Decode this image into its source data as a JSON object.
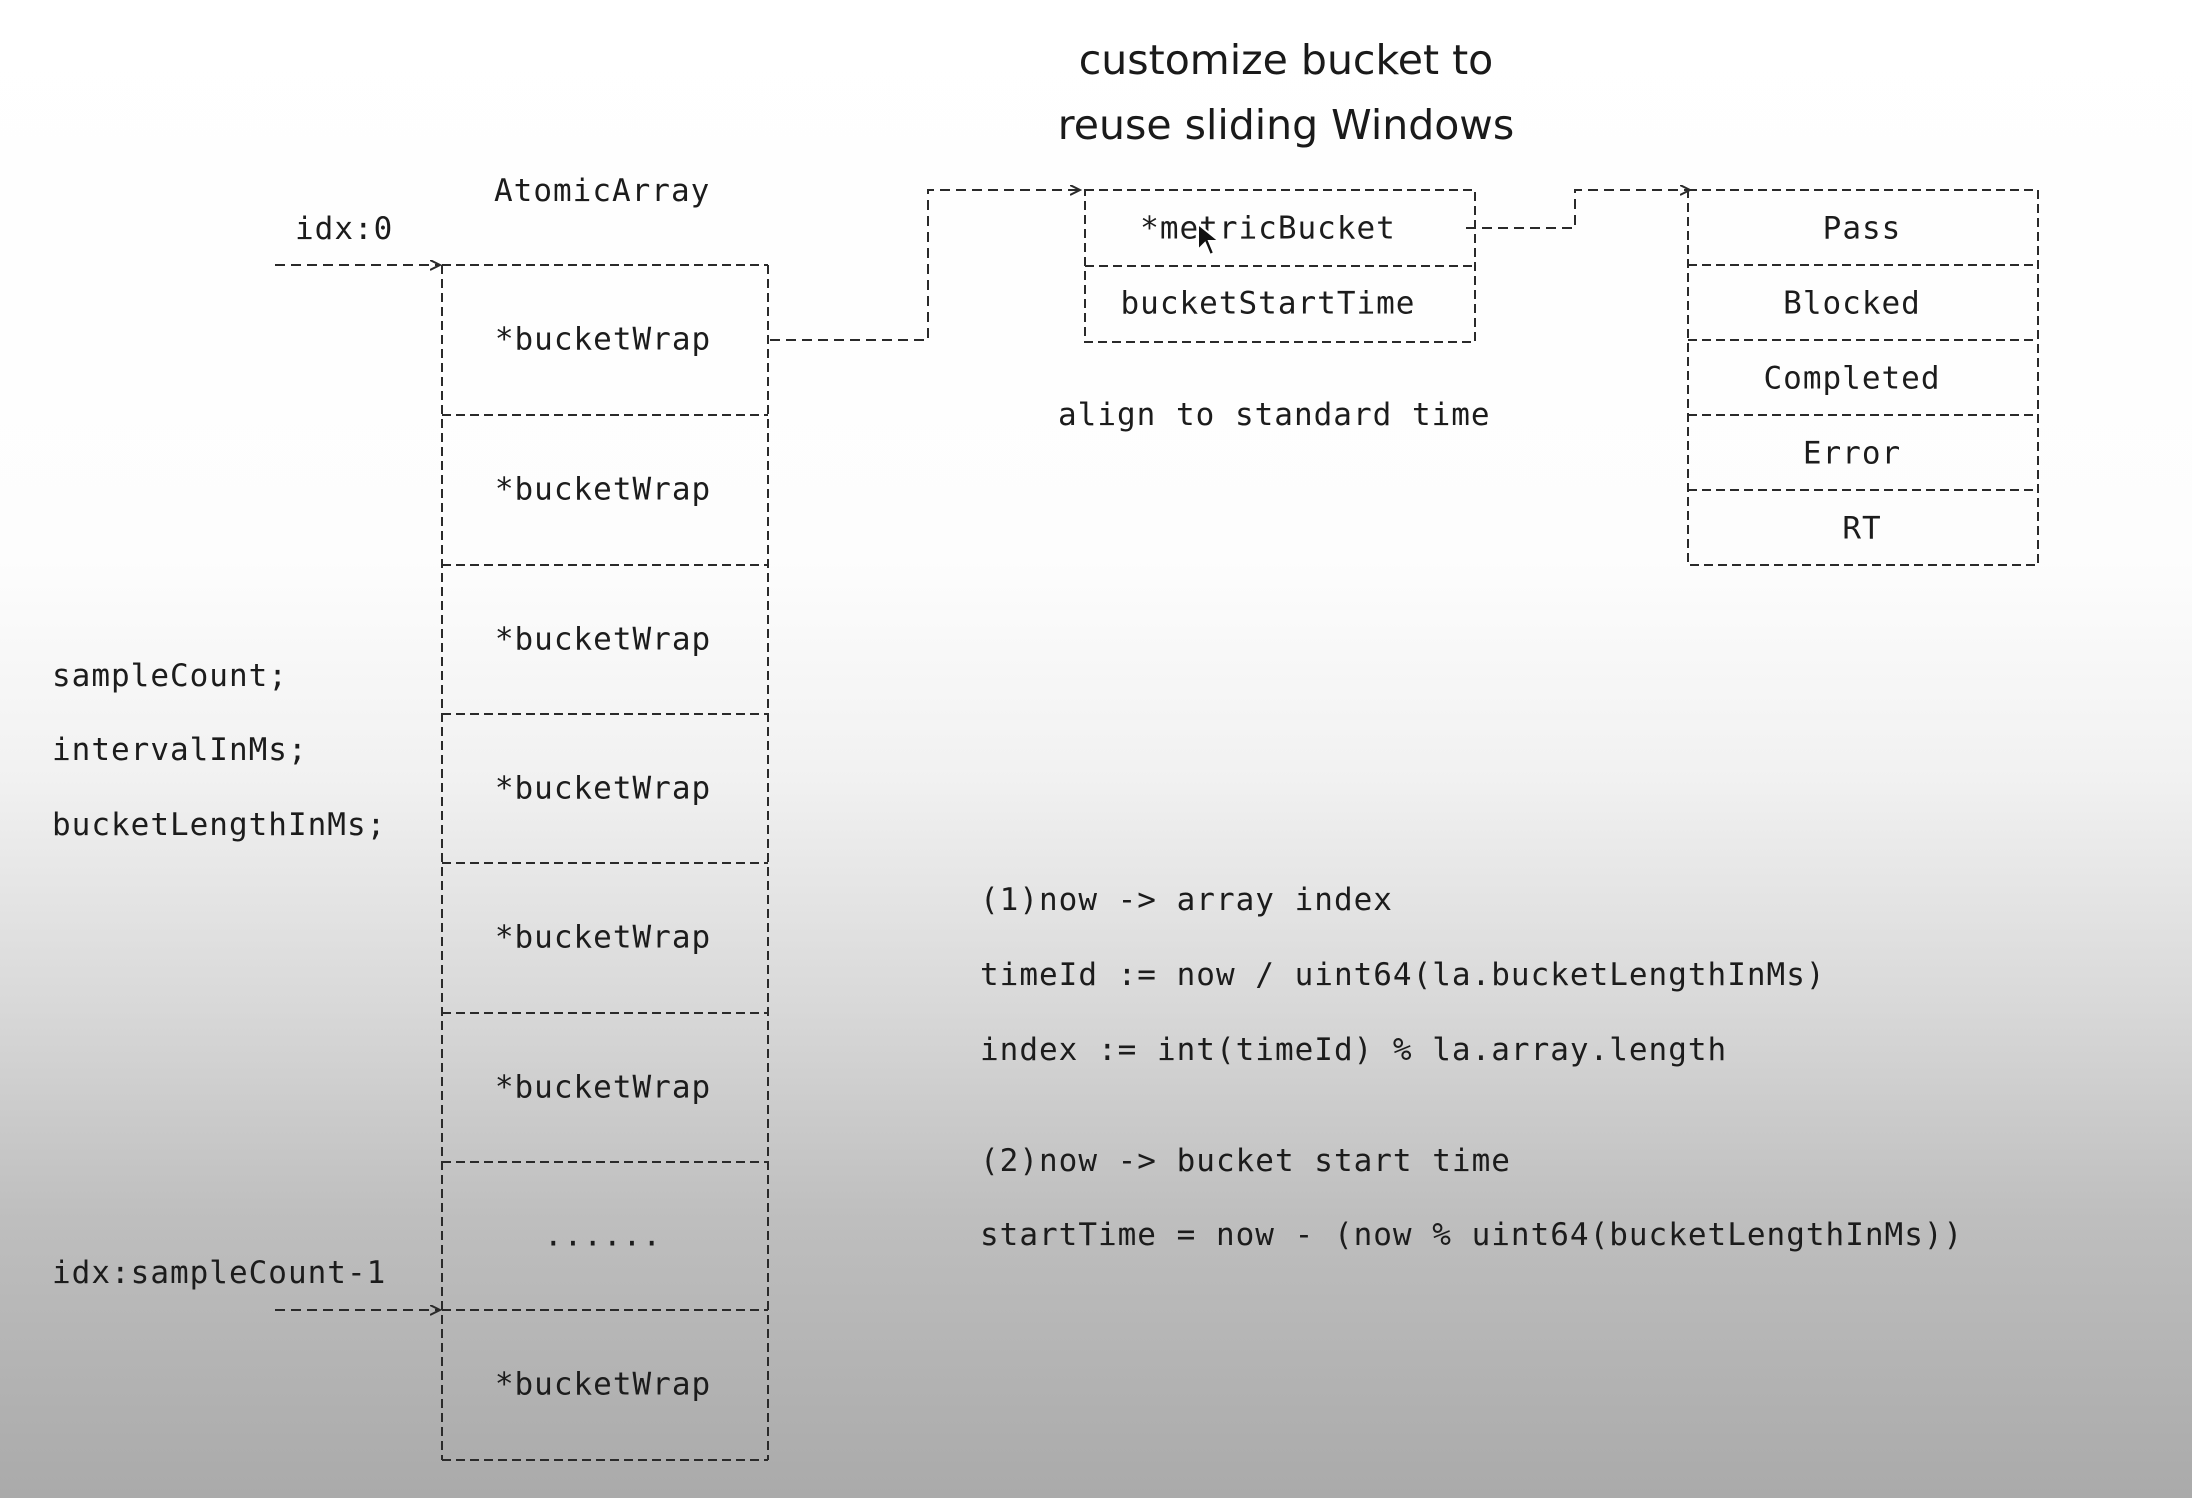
{
  "title": {
    "line1": "customize bucket to",
    "line2": "reuse sliding Windows"
  },
  "atomic_array": {
    "header": "AtomicArray",
    "first_index": "idx:0",
    "last_index": "idx:sampleCount-1",
    "cells": [
      "*bucketWrap",
      "*bucketWrap",
      "*bucketWrap",
      "*bucketWrap",
      "*bucketWrap",
      "*bucketWrap",
      "......",
      "*bucketWrap"
    ]
  },
  "fields": [
    "sampleCount;",
    "intervalInMs;",
    "bucketLengthInMs;"
  ],
  "bucket_wrap": {
    "rows": [
      "*metricBucket",
      "bucketStartTime"
    ],
    "note": "align to standard time"
  },
  "metric_bucket": {
    "rows": [
      "Pass",
      "Blocked",
      "Completed",
      "Error",
      "RT"
    ]
  },
  "formulas": {
    "step1": "(1)now -> array index",
    "timeId": "timeId := now / uint64(la.bucketLengthInMs)",
    "index": "index := int(timeId) % la.array.length",
    "step2": "(2)now -> bucket start time",
    "startTime": "startTime = now - (now % uint64(bucketLengthInMs))"
  },
  "colors": {
    "ink": "#1c1c1c",
    "line": "#2a2a2a"
  }
}
